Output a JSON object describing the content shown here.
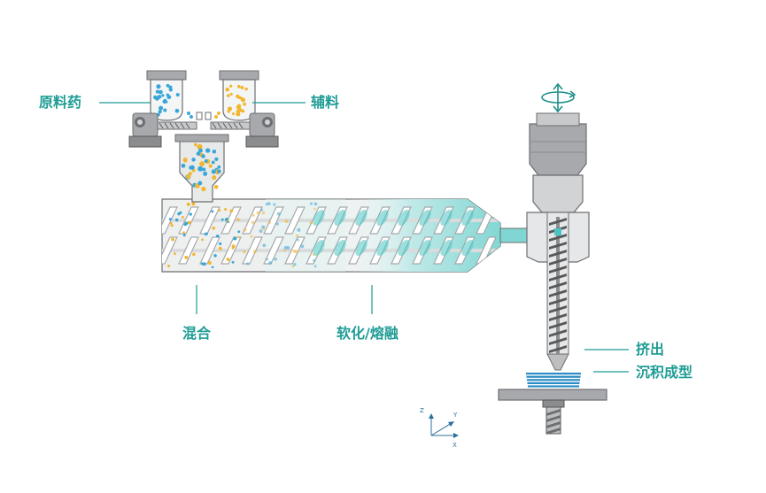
{
  "labels": {
    "api": "原料药",
    "excipient": "辅料",
    "mixing": "混合",
    "softening": "软化/熔融",
    "extrusion": "挤出",
    "deposition": "沉积成型"
  },
  "axes": {
    "z": "Z",
    "y": "Y",
    "x": "X"
  },
  "colors": {
    "label": "#1f9c95",
    "api_particles": "#3aa6d8",
    "excipient_particles": "#f2b630",
    "melt": "#49c6c3",
    "machine": "#a7a9ac",
    "machine_dark": "#6d6e71",
    "outline": "#58595b",
    "layers": "#2b8cc4"
  },
  "icons": [
    "rotation-arrow-icon",
    "axis-indicator-icon"
  ]
}
